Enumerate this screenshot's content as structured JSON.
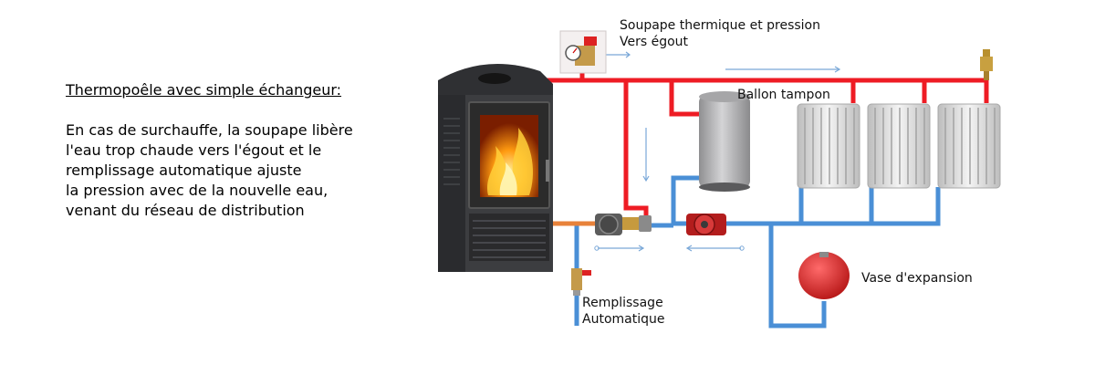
{
  "description": {
    "title": "Thermopoêle avec simple échangeur:",
    "lines": [
      "En cas de surchauffe, la soupape libère",
      "l'eau trop chaude vers l'égout et le",
      "remplissage automatique ajuste",
      "la pression avec de la nouvelle eau,",
      "venant du réseau de distribution"
    ]
  },
  "labels": {
    "safety_valve_line1": "Soupape thermique et pression",
    "safety_valve_line2": "Vers égout",
    "buffer_tank": "Ballon tampon",
    "expansion_vessel": "Vase d'expansion",
    "auto_fill_line1": "Remplissage",
    "auto_fill_line2": "Automatique"
  },
  "colors": {
    "hot_pipe": "#ee1c24",
    "cold_pipe": "#4a8fd6",
    "feed_pipe": "#e8823a",
    "stove_body": "#3c3d40",
    "radiator": "#e6e6e6",
    "expansion_vessel": "#e32b2b",
    "buffer_tank": "#b6b6b8",
    "flow_arrow": "#7aa8d8"
  }
}
